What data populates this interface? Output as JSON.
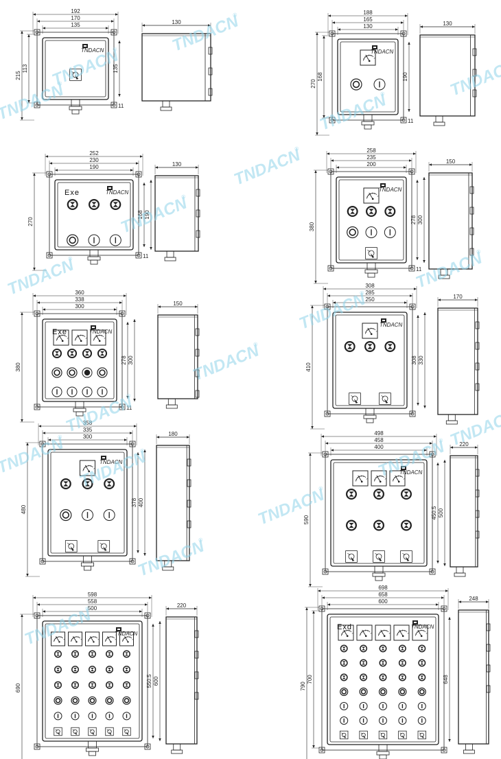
{
  "watermark": {
    "text": "TNDACN",
    "reg": "®",
    "color": "#8fd3ea"
  },
  "brand": {
    "logo_text": "TNDACN"
  },
  "panels": [
    {
      "id": "p1",
      "label": "",
      "top_dims": [
        "192",
        "170",
        "135"
      ],
      "left_dims": [
        "215",
        "113"
      ],
      "right_dims": [
        "135"
      ],
      "side_depth": "130",
      "bottom_dim": "11",
      "meters": 0,
      "rows": [
        [
          "rot"
        ]
      ]
    },
    {
      "id": "p2",
      "label": "",
      "top_dims": [
        "188",
        "165",
        "130"
      ],
      "left_dims": [
        "270",
        "168"
      ],
      "right_dims": [
        "190"
      ],
      "side_depth": "130",
      "bottom_dim": "11",
      "meters": 1,
      "rows": [
        [
          "ring",
          "lamp"
        ]
      ]
    },
    {
      "id": "p3",
      "label": "Exe",
      "top_dims": [
        "252",
        "230",
        "190"
      ],
      "left_dims": [
        "270"
      ],
      "right_dims": [
        "168",
        "190"
      ],
      "side_depth": "130",
      "bottom_dim": "11",
      "meters": 0,
      "rows": [
        [
          "btn",
          "btn",
          "btn"
        ],
        [
          "ring",
          "lamp",
          "lamp"
        ]
      ]
    },
    {
      "id": "p4",
      "label": "",
      "top_dims": [
        "258",
        "235",
        "200"
      ],
      "left_dims": [
        "380"
      ],
      "right_dims": [
        "278",
        "300"
      ],
      "side_depth": "150",
      "bottom_dim": "11",
      "meters": 1,
      "rows": [
        [
          "btn",
          "btn",
          "btn"
        ],
        [
          "ring",
          "lamp",
          "lamp"
        ],
        [
          "rot"
        ]
      ]
    },
    {
      "id": "p5",
      "label": "Exe",
      "top_dims": [
        "360",
        "338",
        "300"
      ],
      "left_dims": [
        "380"
      ],
      "right_dims": [
        "278",
        "300"
      ],
      "side_depth": "150",
      "bottom_dim": "11",
      "meters": 3,
      "rows": [
        [
          "btn",
          "btn",
          "btn",
          "btn"
        ],
        [
          "ring",
          "ring",
          "dark",
          "ring"
        ],
        [
          "lamp",
          "lamp",
          "lamp",
          "lamp"
        ]
      ]
    },
    {
      "id": "p6",
      "label": "",
      "top_dims": [
        "308",
        "285",
        "250"
      ],
      "left_dims": [
        "410"
      ],
      "right_dims": [
        "308",
        "330"
      ],
      "side_depth": "170",
      "bottom_dim": "",
      "meters": 1,
      "rows": [
        [
          "btn",
          "btn",
          "btn"
        ],
        [
          "rot",
          "rot"
        ]
      ]
    },
    {
      "id": "p7",
      "label": "",
      "top_dims": [
        "358",
        "335",
        "300"
      ],
      "left_dims": [
        "480"
      ],
      "right_dims": [
        "378",
        "400"
      ],
      "side_depth": "180",
      "bottom_dim": "",
      "meters": 1,
      "rows": [
        [
          "btn",
          "btn",
          "btn"
        ],
        [
          "ring",
          "lamp",
          "lamp"
        ],
        [
          "rot",
          "rot"
        ]
      ]
    },
    {
      "id": "p8",
      "label": "",
      "top_dims": [
        "498",
        "458",
        "400"
      ],
      "left_dims": [
        "590"
      ],
      "right_dims": [
        "450.5",
        "500"
      ],
      "side_depth": "220",
      "bottom_dim": "",
      "meters": 3,
      "rows": [
        [
          "btn",
          "btn",
          "btn"
        ],
        [
          "btn",
          "btn",
          "btn"
        ],
        [
          "rot",
          "rot",
          "rot"
        ]
      ]
    },
    {
      "id": "p9",
      "label": "",
      "top_dims": [
        "598",
        "558",
        "500"
      ],
      "left_dims": [
        "690"
      ],
      "right_dims": [
        "550.5",
        "600"
      ],
      "side_depth": "220",
      "bottom_dim": "",
      "meters": 5,
      "rows": [
        [
          "btn",
          "btn",
          "btn",
          "btn",
          "btn"
        ],
        [
          "btn",
          "btn",
          "btn",
          "btn",
          "btn"
        ],
        [
          "btn",
          "btn",
          "btn",
          "btn",
          "btn"
        ],
        [
          "ring",
          "ring",
          "ring",
          "ring",
          "ring"
        ],
        [
          "lamp",
          "lamp",
          "lamp",
          "lamp",
          "lamp"
        ],
        [
          "rot",
          "rot",
          "rot",
          "rot",
          "rot"
        ]
      ]
    },
    {
      "id": "p10",
      "label": "Exd",
      "top_dims": [
        "698",
        "658",
        "600"
      ],
      "left_dims": [
        "790",
        "700"
      ],
      "right_dims": [
        "648"
      ],
      "side_depth": "248",
      "bottom_dim": "",
      "meters": 5,
      "rows": [
        [
          "btn",
          "btn",
          "btn",
          "btn",
          "btn"
        ],
        [
          "btn",
          "btn",
          "btn",
          "btn",
          "btn"
        ],
        [
          "btn",
          "btn",
          "btn",
          "btn",
          "btn"
        ],
        [
          "ring",
          "ring",
          "ring",
          "ring",
          "ring"
        ],
        [
          "lamp",
          "lamp",
          "lamp",
          "lamp",
          "lamp"
        ],
        [
          "lamp",
          "lamp",
          "lamp",
          "lamp",
          "lamp"
        ],
        [
          "rot",
          "rot",
          "rot",
          "rot",
          "rot"
        ]
      ]
    }
  ]
}
